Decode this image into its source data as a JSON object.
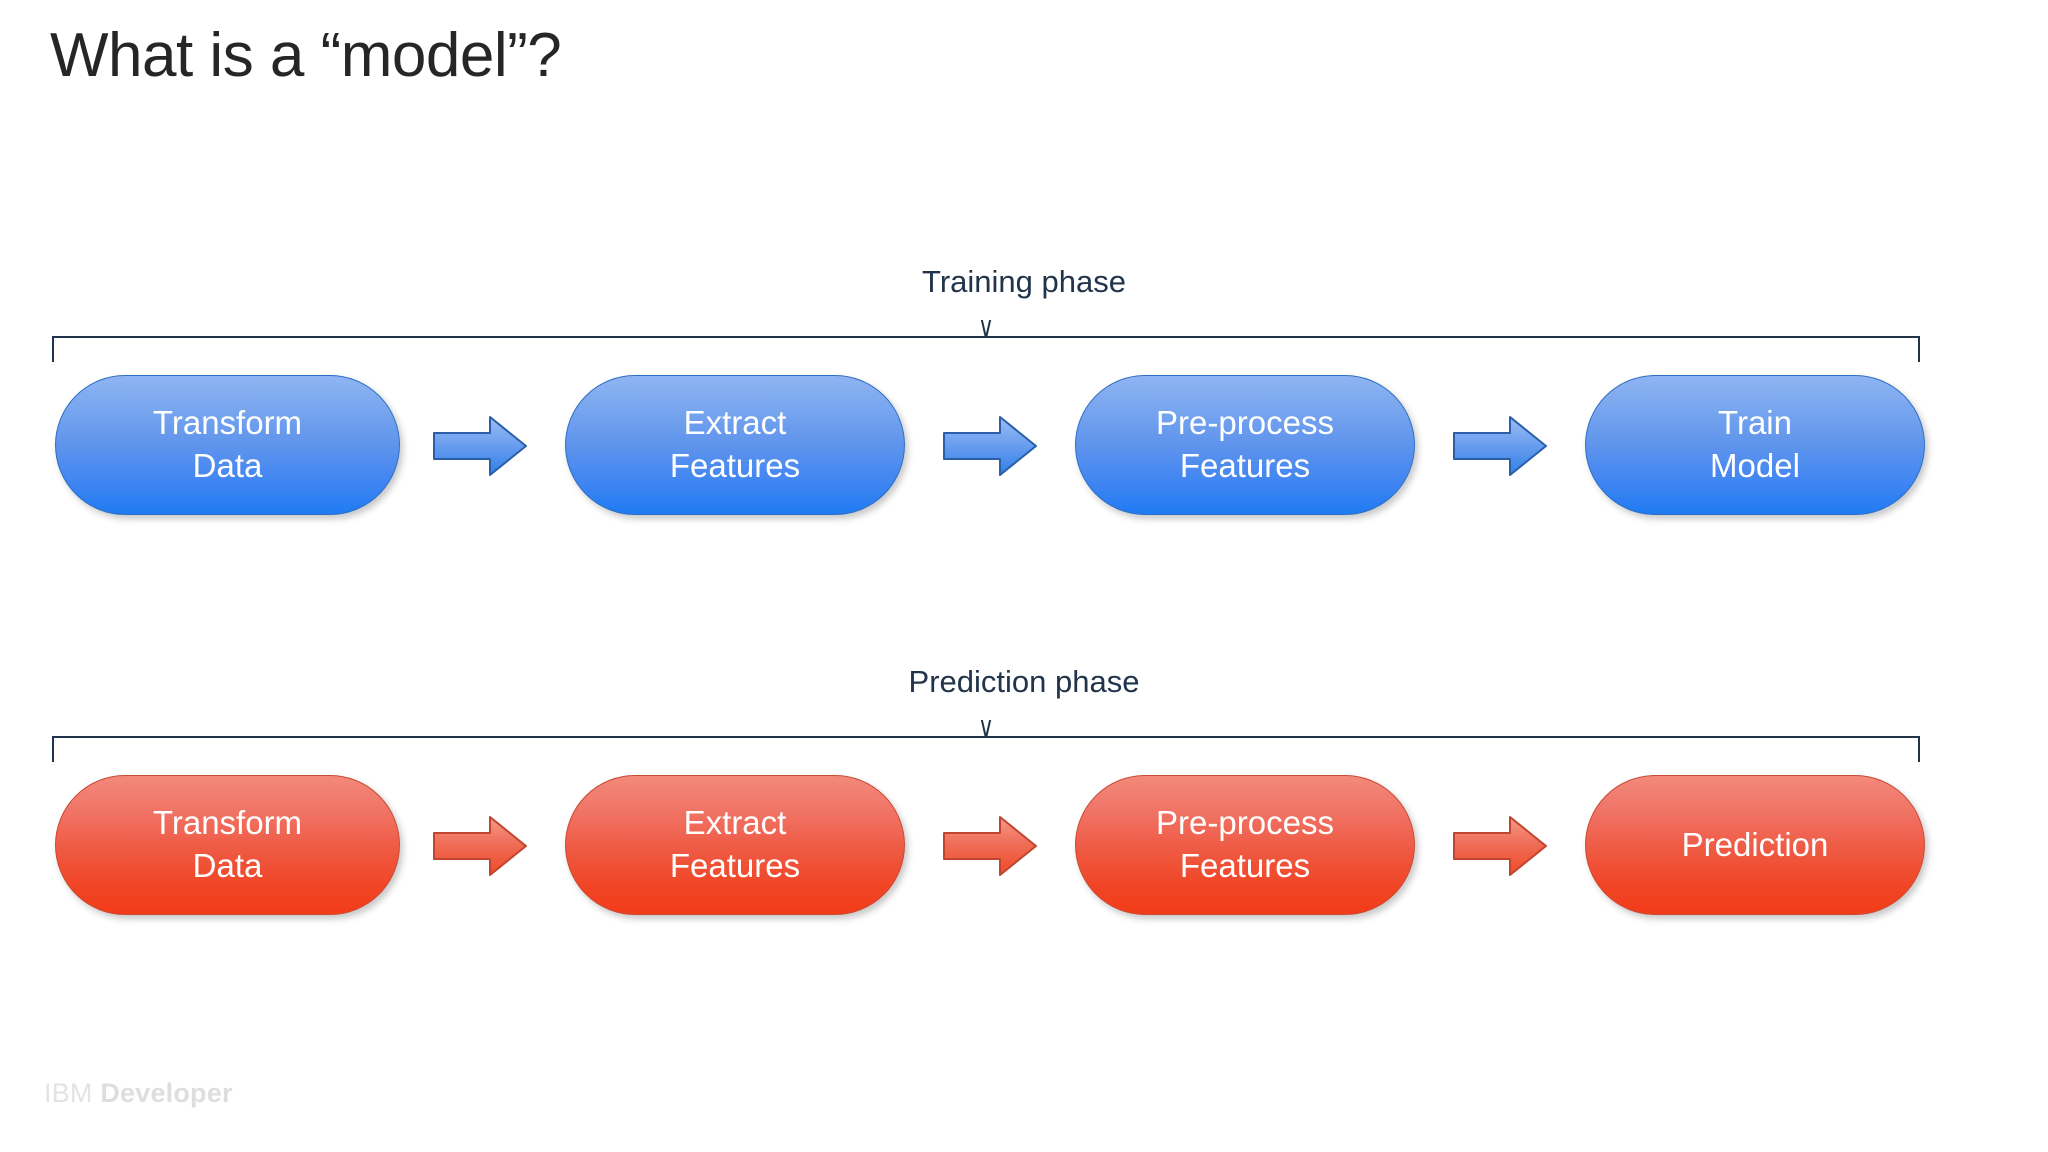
{
  "slide": {
    "title": "What is a “model”?",
    "footer": {
      "brand": "IBM",
      "product": "Developer"
    }
  },
  "colors": {
    "title_text": "#262626",
    "phase_label_text": "#21344b",
    "bracket_line": "#21344b",
    "training_node_top": "#8fb4f2",
    "training_node_bottom": "#1f7bf2",
    "training_node_border": "#2e6fc4",
    "training_arrow_top": "#8fb4f2",
    "training_arrow_bottom": "#2f7fe8",
    "training_arrow_border": "#2a5fa8",
    "prediction_node_top": "#f2897a",
    "prediction_node_bottom": "#f33c19",
    "prediction_node_border": "#c94a33",
    "prediction_arrow_top": "#f2897a",
    "prediction_arrow_bottom": "#ef4a28",
    "prediction_arrow_border": "#c0452e",
    "node_text": "#ffffff",
    "footer_text": "#e3e3e3",
    "background": "#ffffff"
  },
  "diagram": {
    "type": "flow",
    "phases": [
      {
        "id": "training",
        "label": "Training phase",
        "color_scheme": "blue",
        "steps": [
          {
            "lines": [
              "Transform",
              "Data"
            ]
          },
          {
            "lines": [
              "Extract",
              "Features"
            ]
          },
          {
            "lines": [
              "Pre-process",
              "Features"
            ]
          },
          {
            "lines": [
              "Train",
              "Model"
            ]
          }
        ],
        "connector": "arrow-right-icon",
        "connector_count": 3
      },
      {
        "id": "prediction",
        "label": "Prediction phase",
        "color_scheme": "red",
        "steps": [
          {
            "lines": [
              "Transform",
              "Data"
            ]
          },
          {
            "lines": [
              "Extract",
              "Features"
            ]
          },
          {
            "lines": [
              "Pre-process",
              "Features"
            ]
          },
          {
            "lines": [
              "Prediction"
            ]
          }
        ],
        "connector": "arrow-right-icon",
        "connector_count": 3
      }
    ]
  }
}
